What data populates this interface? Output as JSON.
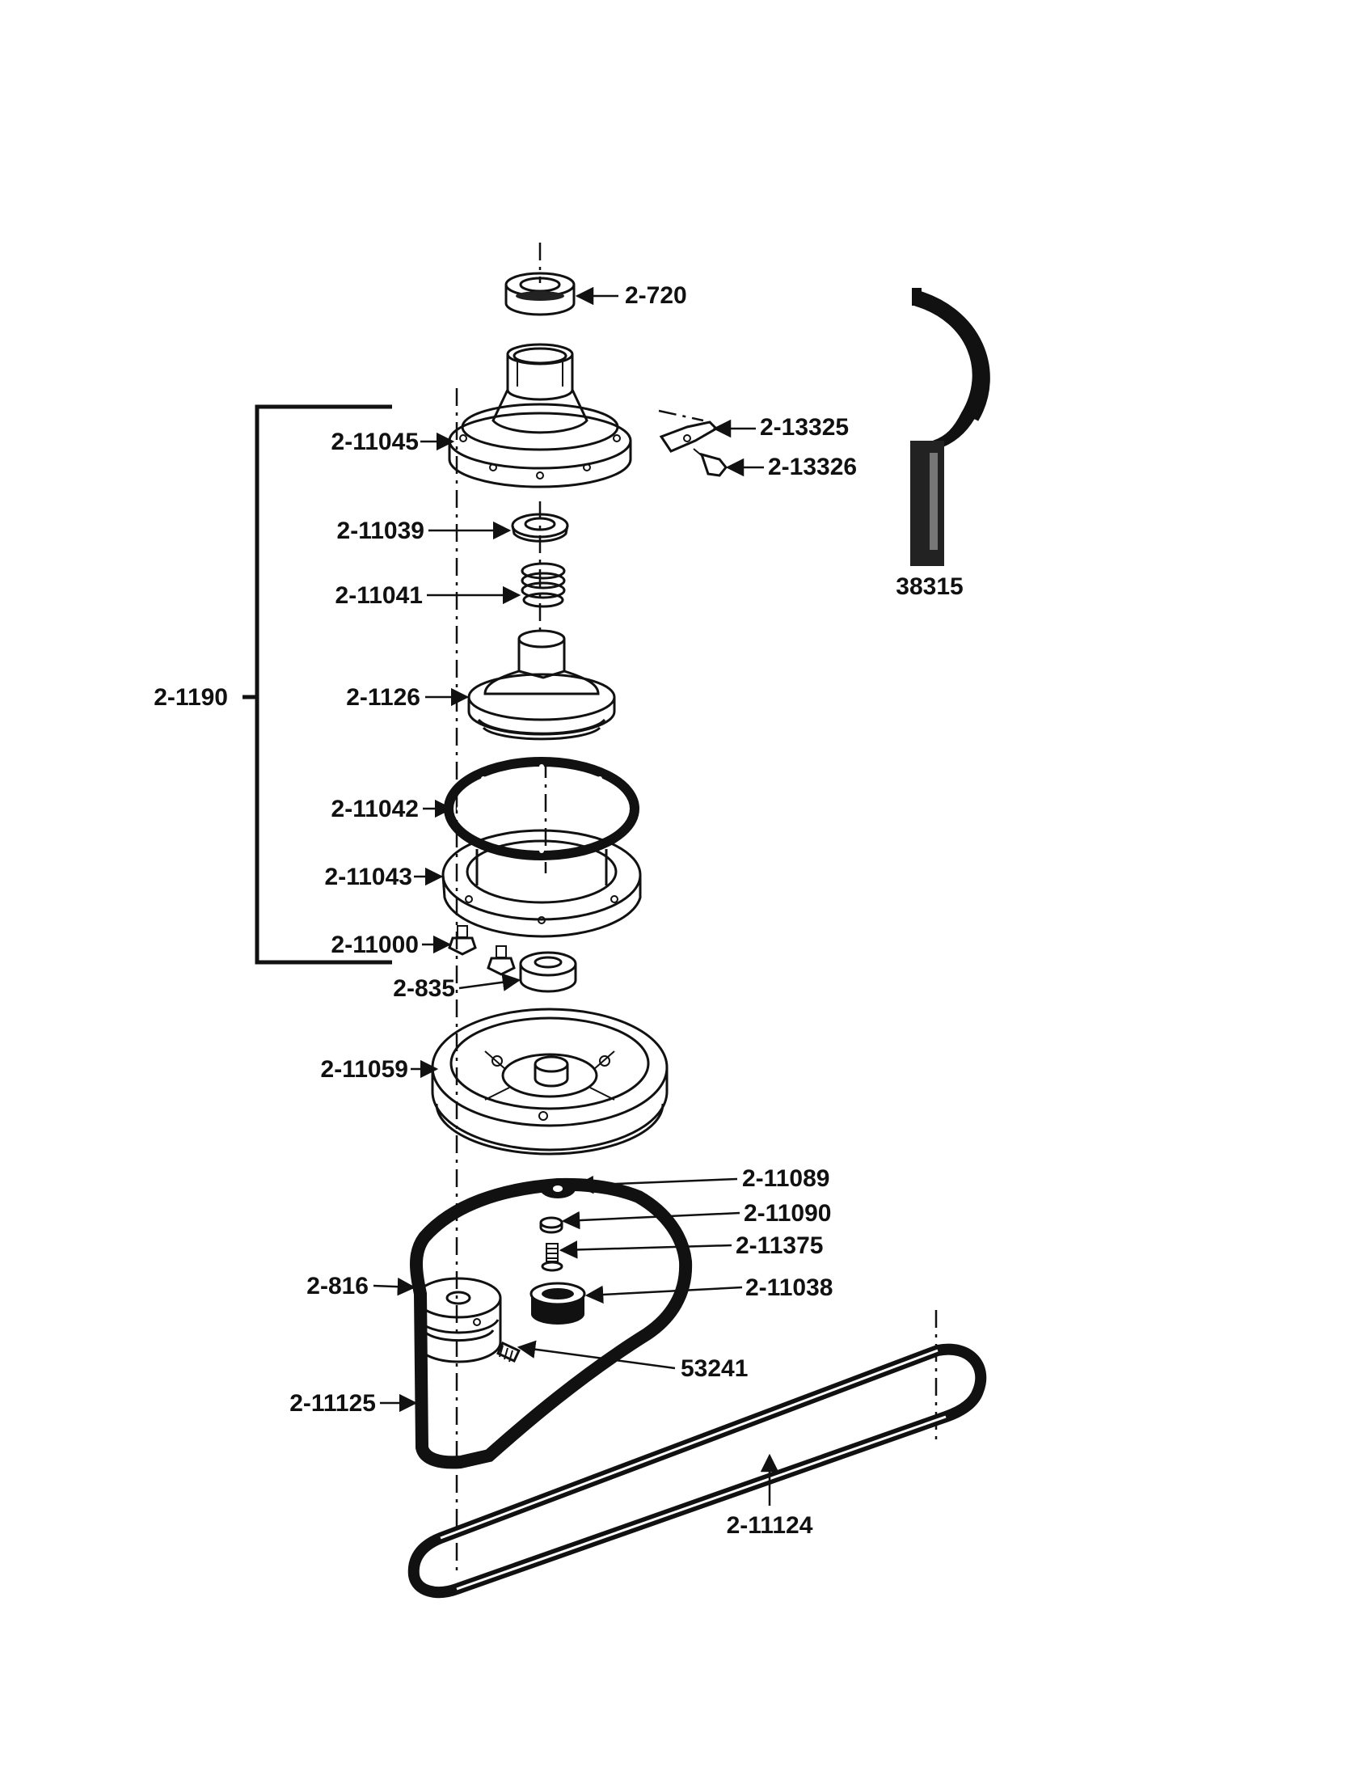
{
  "colors": {
    "ink": "#111111",
    "paper": "#ffffff"
  },
  "parts": {
    "bearing_top": "2-720",
    "housing": "2-11045",
    "clip": "2-13325",
    "clip_screw": "2-13326",
    "wrench": "38315",
    "seal": "2-11039",
    "spring": "2-11041",
    "assembly_group": "2-1190",
    "clutch_cone": "2-1126",
    "gasket": "2-11042",
    "ring_housing": "2-11043",
    "screws": "2-11000",
    "bearing_lower": "2-835",
    "pulley_large": "2-11059",
    "pivot_link": "2-11089",
    "washer": "2-11090",
    "stud": "2-11375",
    "bushing": "2-11038",
    "motor_pulley": "2-816",
    "set_screw": "53241",
    "belt_drive": "2-11125",
    "belt_pump": "2-11124"
  }
}
